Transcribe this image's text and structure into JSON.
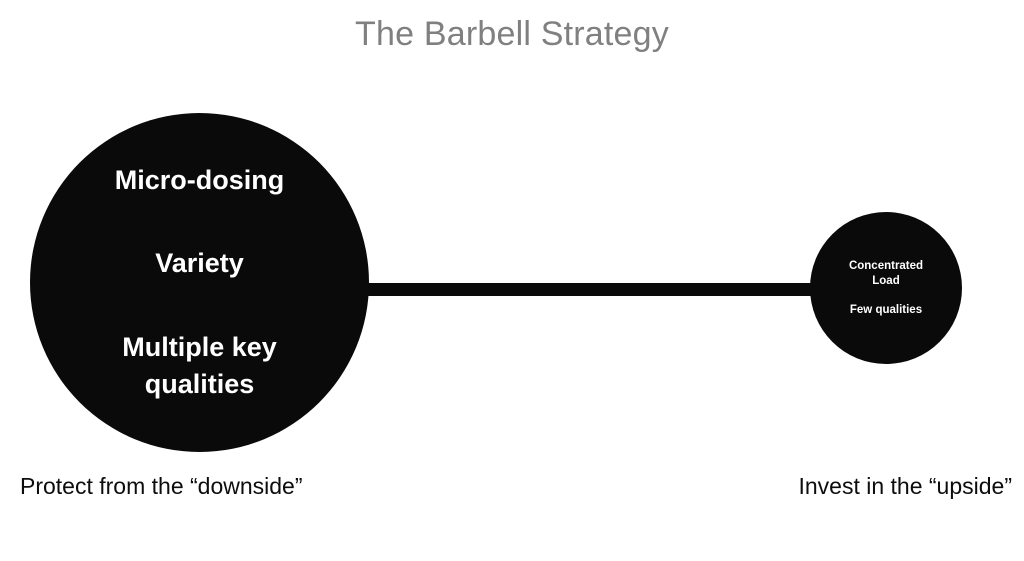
{
  "slide": {
    "title": "The Barbell Strategy",
    "background_color": "#ffffff",
    "title_color": "#808080",
    "shape_color": "#0a0a0a",
    "shape_text_color": "#ffffff",
    "caption_color": "#0d0d0d"
  },
  "left_weight": {
    "lines": [
      "Micro-dosing",
      "Variety",
      "Multiple key",
      "qualities"
    ],
    "caption": "Protect from the “downside”"
  },
  "right_weight": {
    "lines": [
      "Concentrated",
      "Load",
      "Few qualities"
    ],
    "caption": "Invest in the “upside”"
  }
}
